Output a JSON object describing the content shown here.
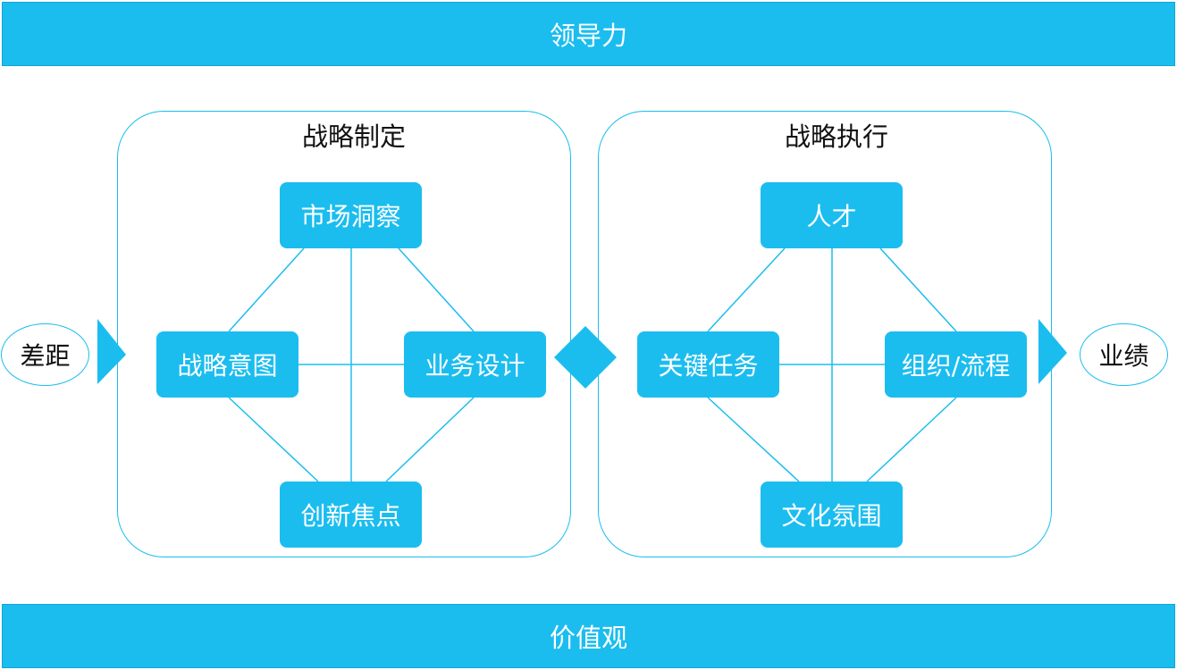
{
  "top_band": "领导力",
  "bottom_band": "价值观",
  "left_panel": {
    "title": "战略制定",
    "top": "市场洞察",
    "left": "战略意图",
    "right": "业务设计",
    "bottom": "创新焦点"
  },
  "right_panel": {
    "title": "战略执行",
    "top": "人才",
    "left": "关键任务",
    "right": "组织/流程",
    "bottom": "文化氛围"
  },
  "input_label": "差距",
  "output_label": "业绩",
  "colors": {
    "accent": "#1bbdef",
    "text": "#111111",
    "on_accent": "#ffffff"
  }
}
